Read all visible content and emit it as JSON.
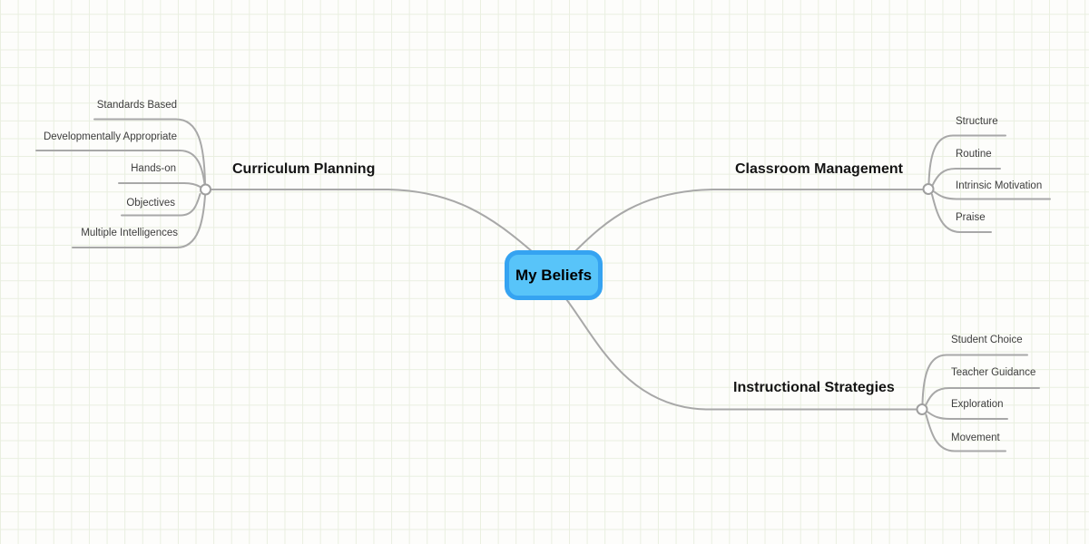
{
  "central_node": {
    "label": "My Beliefs"
  },
  "branches": [
    {
      "label": "Curriculum Planning",
      "children": [
        "Standards Based",
        "Developmentally Appropriate",
        "Hands-on",
        "Objectives",
        "Multiple Intelligences"
      ]
    },
    {
      "label": "Classroom Management",
      "children": [
        "Structure",
        "Routine",
        "Intrinsic Motivation",
        "Praise"
      ]
    },
    {
      "label": "Instructional Strategies",
      "children": [
        "Student Choice",
        "Teacher Guidance",
        "Exploration",
        "Movement"
      ]
    }
  ],
  "colors": {
    "node_fill": "#58c4f9",
    "node_border": "#35a3f1",
    "branch_line": "#a8a8a8",
    "junction_fill": "#ffffff",
    "leaf_text": "#3d3d3d",
    "title_text": "#141414",
    "grid_line": "#e9efe0",
    "background": "#fdfdfb"
  }
}
